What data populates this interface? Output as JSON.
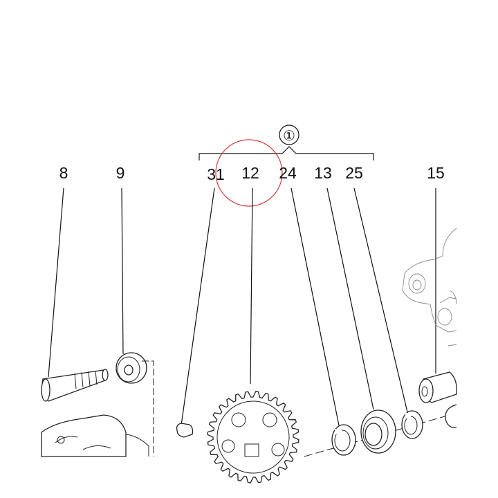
{
  "diagram": {
    "group_marker": "①",
    "callouts": [
      {
        "id": "8",
        "label": "8"
      },
      {
        "id": "9",
        "label": "9"
      },
      {
        "id": "31",
        "label": "31"
      },
      {
        "id": "12",
        "label": "12"
      },
      {
        "id": "24",
        "label": "24"
      },
      {
        "id": "13",
        "label": "13"
      },
      {
        "id": "25",
        "label": "25"
      },
      {
        "id": "15",
        "label": "15"
      }
    ],
    "highlight_color": "#d23a3a",
    "line_color": "#111111"
  }
}
